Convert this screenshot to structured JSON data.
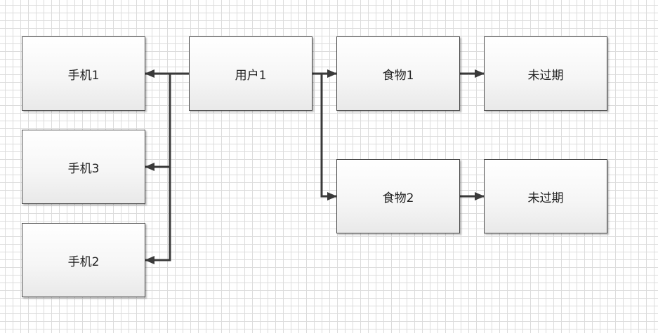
{
  "nodes": {
    "user1": "用户1",
    "phone1": "手机1",
    "phone3": "手机3",
    "phone2": "手机2",
    "food1": "食物1",
    "food2": "食物2",
    "status1": "未过期",
    "status2": "未过期"
  },
  "colors": {
    "line": "#3a3a3a",
    "grid": "#dcdcdc",
    "border": "#4a4a4a"
  }
}
